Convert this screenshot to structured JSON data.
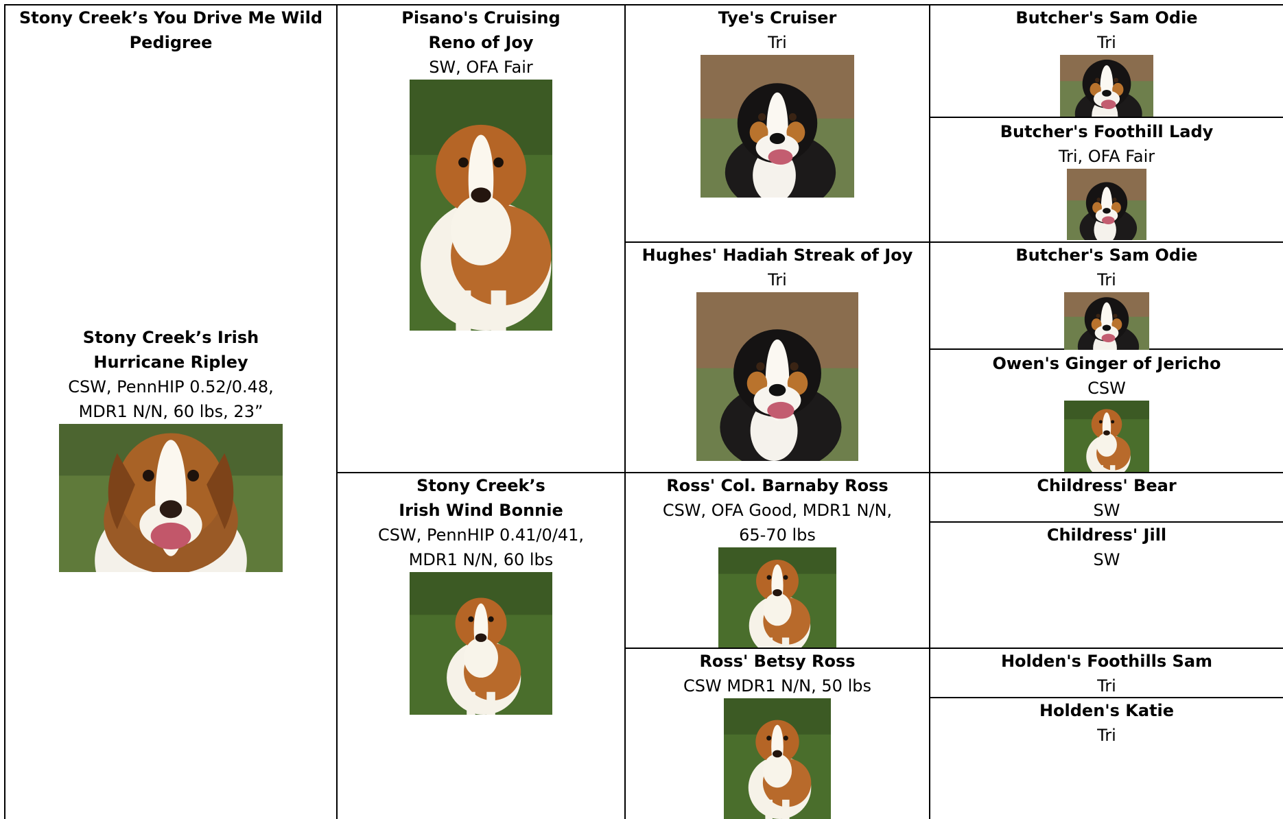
{
  "title": {
    "line1": "Stony Creek’s You Drive Me Wild",
    "line2": "Pedigree"
  },
  "subject": {
    "name_line1": "Stony Creek’s Irish",
    "name_line2": "Hurricane Ripley",
    "detail_line1": "CSW, PennHIP 0.52/0.48,",
    "detail_line2": "MDR1 N/N, 60 lbs, 23”",
    "photo": "dog-photo"
  },
  "sire": {
    "name_line1": "Pisano's Cruising",
    "name_line2": "Reno of Joy",
    "detail": "SW, OFA Fair",
    "photo": "dog-photo"
  },
  "dam": {
    "name_line1": "Stony Creek’s",
    "name_line2": "Irish Wind Bonnie",
    "detail_line1": "CSW, PennHIP 0.41/0/41,",
    "detail_line2": "MDR1 N/N, 60 lbs",
    "photo": "dog-photo"
  },
  "gen3": [
    {
      "name": "Tye's Cruiser",
      "detail": "Tri",
      "photo": "dog-photo"
    },
    {
      "name": "Hughes' Hadiah Streak of Joy",
      "detail": "Tri",
      "photo": "dog-photo"
    },
    {
      "name": "Ross' Col. Barnaby Ross",
      "detail_line1": "CSW, OFA Good, MDR1 N/N,",
      "detail_line2": "65-70 lbs",
      "photo": "dog-photo"
    },
    {
      "name": "Ross' Betsy Ross",
      "detail": "CSW MDR1 N/N, 50 lbs",
      "photo": "dog-photo"
    }
  ],
  "gen4": [
    {
      "name": "Butcher's Sam Odie",
      "detail": "Tri",
      "photo": "dog-photo"
    },
    {
      "name": "Butcher's Foothill Lady",
      "detail": "Tri, OFA Fair",
      "photo": "dog-photo"
    },
    {
      "name": "Butcher's Sam Odie",
      "detail": "Tri",
      "photo": "dog-photo"
    },
    {
      "name": "Owen's Ginger of Jericho",
      "detail": "CSW",
      "photo": "dog-photo"
    },
    {
      "name": "Childress' Bear",
      "detail": "SW"
    },
    {
      "name": "Childress' Jill",
      "detail": "SW"
    },
    {
      "name": "Holden's Foothills Sam",
      "detail": "Tri"
    },
    {
      "name": "Holden's Katie",
      "detail": "Tri"
    }
  ],
  "colors": {
    "grid_line": "#000000",
    "text": "#000000",
    "background": "#ffffff"
  }
}
